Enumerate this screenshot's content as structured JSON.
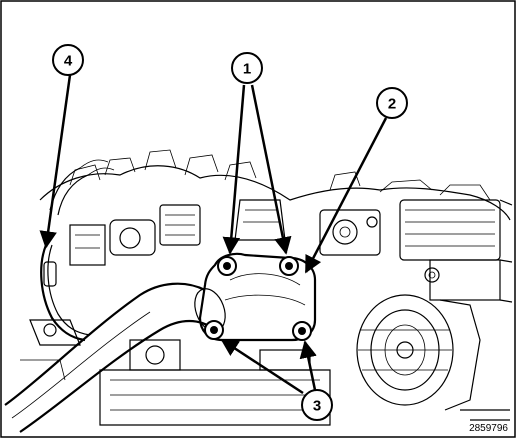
{
  "figure": {
    "figure_number": "2859796",
    "callouts": [
      {
        "id": "1",
        "label": "1"
      },
      {
        "id": "2",
        "label": "2"
      },
      {
        "id": "3",
        "label": "3"
      },
      {
        "id": "4",
        "label": "4"
      }
    ]
  }
}
